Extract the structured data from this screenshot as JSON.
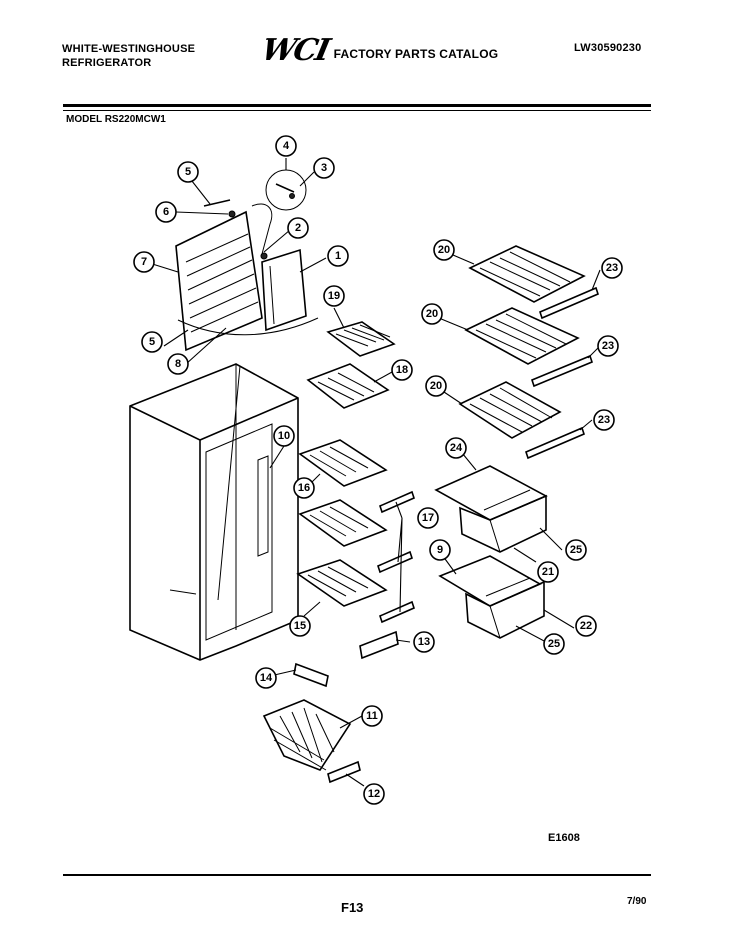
{
  "header": {
    "brand_line1": "WHITE-WESTINGHOUSE",
    "brand_line2": "REFRIGERATOR",
    "logo": "WCI",
    "catalog_title": "FACTORY PARTS CATALOG",
    "catalog_number": "LW30590230"
  },
  "model_label": "MODEL RS220MCW1",
  "diagram_code": "E1608",
  "page_number": "F13",
  "date": "7/90",
  "callouts": [
    {
      "id": "c1",
      "label": "1"
    },
    {
      "id": "c2",
      "label": "2"
    },
    {
      "id": "c3",
      "label": "3"
    },
    {
      "id": "c4",
      "label": "4"
    },
    {
      "id": "c5a",
      "label": "5"
    },
    {
      "id": "c5b",
      "label": "5"
    },
    {
      "id": "c6",
      "label": "6"
    },
    {
      "id": "c7",
      "label": "7"
    },
    {
      "id": "c8",
      "label": "8"
    },
    {
      "id": "c9",
      "label": "9"
    },
    {
      "id": "c10",
      "label": "10"
    },
    {
      "id": "c11",
      "label": "11"
    },
    {
      "id": "c12",
      "label": "12"
    },
    {
      "id": "c13",
      "label": "13"
    },
    {
      "id": "c14",
      "label": "14"
    },
    {
      "id": "c15",
      "label": "15"
    },
    {
      "id": "c16",
      "label": "16"
    },
    {
      "id": "c17",
      "label": "17"
    },
    {
      "id": "c18",
      "label": "18"
    },
    {
      "id": "c19",
      "label": "19"
    },
    {
      "id": "c20a",
      "label": "20"
    },
    {
      "id": "c20b",
      "label": "20"
    },
    {
      "id": "c20c",
      "label": "20"
    },
    {
      "id": "c21",
      "label": "21"
    },
    {
      "id": "c22",
      "label": "22"
    },
    {
      "id": "c23a",
      "label": "23"
    },
    {
      "id": "c23b",
      "label": "23"
    },
    {
      "id": "c23c",
      "label": "23"
    },
    {
      "id": "c24",
      "label": "24"
    },
    {
      "id": "c25a",
      "label": "25"
    },
    {
      "id": "c25b",
      "label": "25"
    }
  ]
}
